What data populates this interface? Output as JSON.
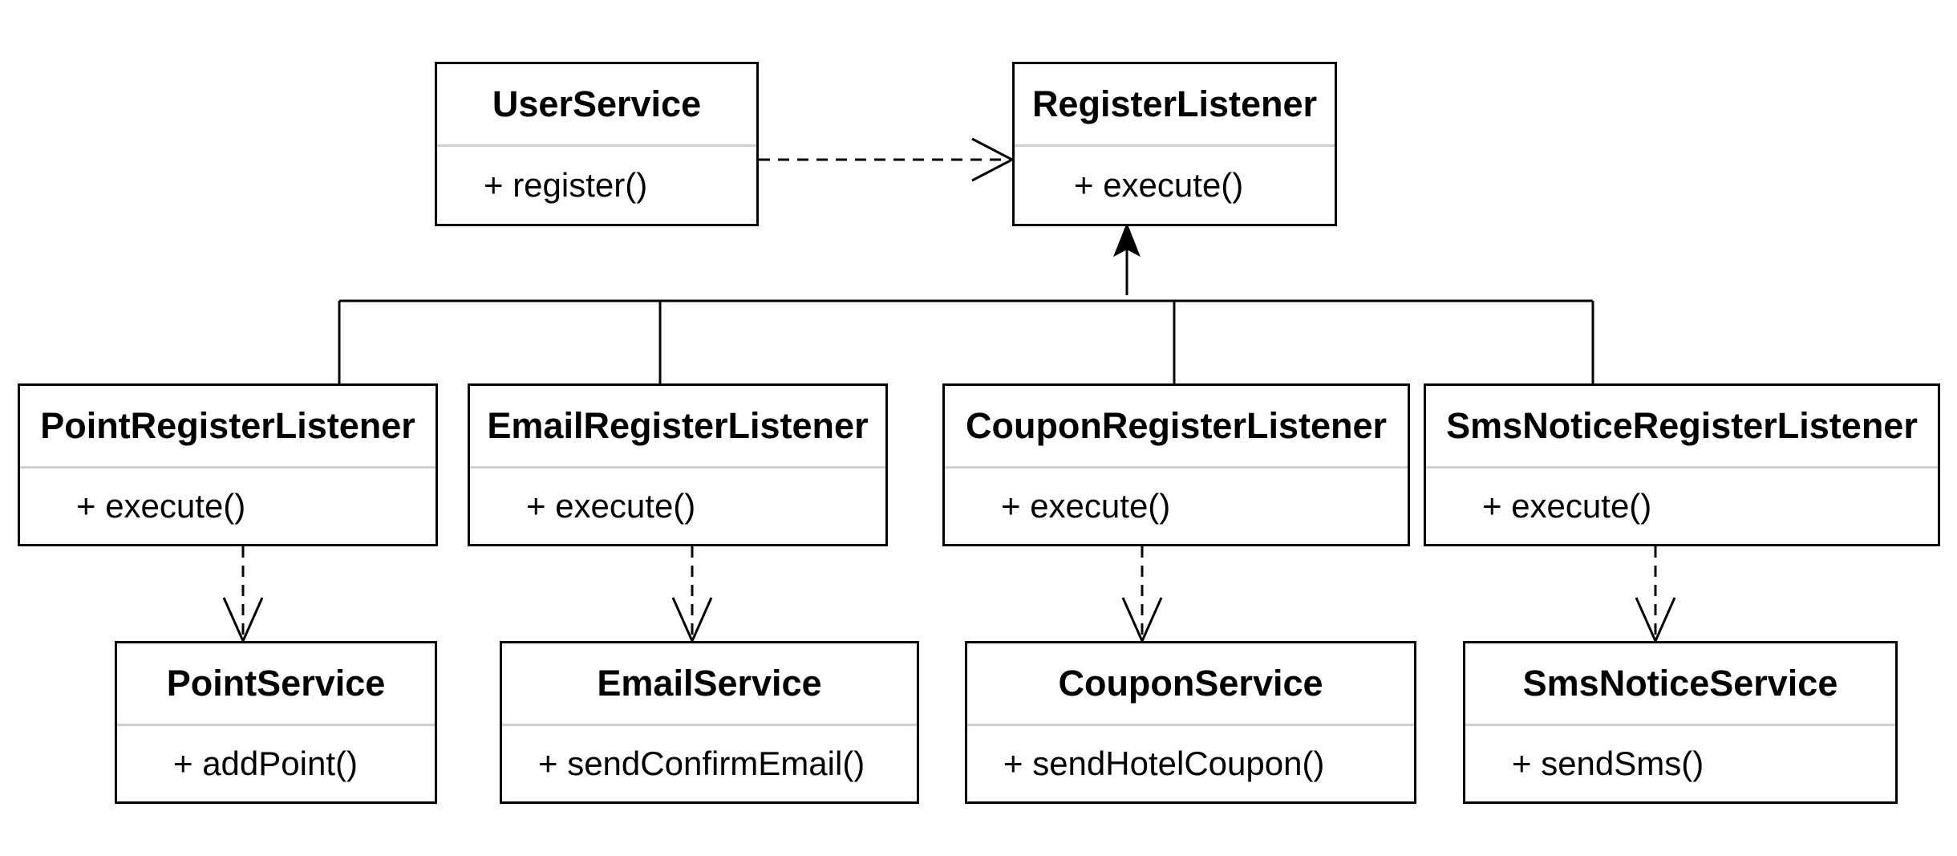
{
  "classes": {
    "user_service": {
      "name": "UserService",
      "method": "+ register()"
    },
    "register_listener": {
      "name": "RegisterListener",
      "method": "+ execute()"
    },
    "point_listener": {
      "name": "PointRegisterListener",
      "method": "+ execute()"
    },
    "email_listener": {
      "name": "EmailRegisterListener",
      "method": "+ execute()"
    },
    "coupon_listener": {
      "name": "CouponRegisterListener",
      "method": "+ execute()"
    },
    "sms_listener": {
      "name": "SmsNoticeRegisterListener",
      "method": "+ execute()"
    },
    "point_service": {
      "name": "PointService",
      "method": "+ addPoint()"
    },
    "email_service": {
      "name": "EmailService",
      "method": "+ sendConfirmEmail()"
    },
    "coupon_service": {
      "name": "CouponService",
      "method": "+ sendHotelCoupon()"
    },
    "sms_service": {
      "name": "SmsNoticeService",
      "method": "+ sendSms()"
    }
  },
  "relations": [
    {
      "from": "UserService",
      "to": "RegisterListener",
      "kind": "dependency"
    },
    {
      "from": "PointRegisterListener",
      "to": "RegisterListener",
      "kind": "realization"
    },
    {
      "from": "EmailRegisterListener",
      "to": "RegisterListener",
      "kind": "realization"
    },
    {
      "from": "CouponRegisterListener",
      "to": "RegisterListener",
      "kind": "realization"
    },
    {
      "from": "SmsNoticeRegisterListener",
      "to": "RegisterListener",
      "kind": "realization"
    },
    {
      "from": "PointRegisterListener",
      "to": "PointService",
      "kind": "dependency"
    },
    {
      "from": "EmailRegisterListener",
      "to": "EmailService",
      "kind": "dependency"
    },
    {
      "from": "CouponRegisterListener",
      "to": "CouponService",
      "kind": "dependency"
    },
    {
      "from": "SmsNoticeRegisterListener",
      "to": "SmsNoticeService",
      "kind": "dependency"
    }
  ],
  "colors": {
    "line": "#000000",
    "divider": "#cfcfcf",
    "background": "#ffffff"
  }
}
